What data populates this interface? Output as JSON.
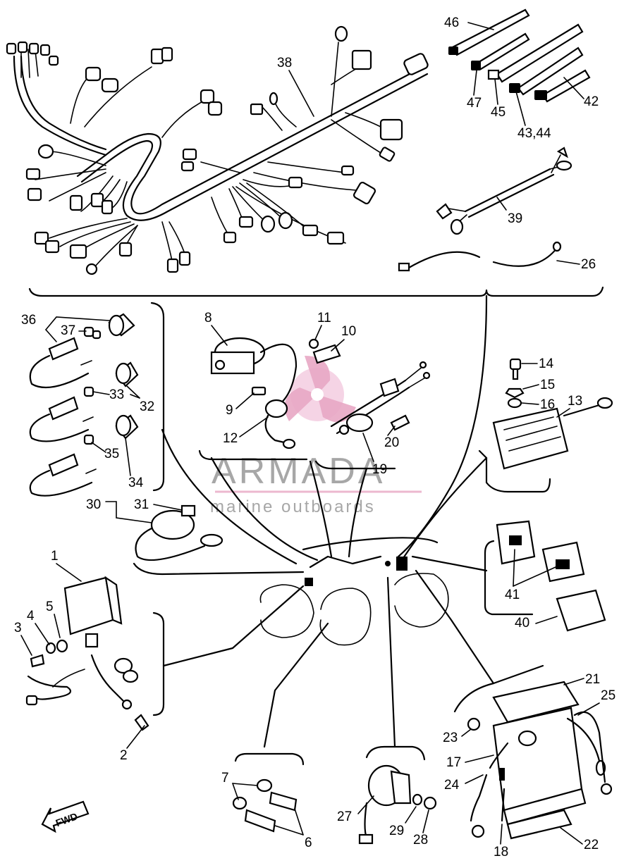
{
  "watermark": {
    "title": "ARMADA",
    "subtitle": "marine outboards",
    "logo_color": "#e8a7c4"
  },
  "fwd_label": "FWD",
  "callouts": [
    "1",
    "2",
    "3",
    "4",
    "5",
    "6",
    "7",
    "8",
    "9",
    "10",
    "11",
    "12",
    "13",
    "14",
    "15",
    "16",
    "17",
    "18",
    "19",
    "20",
    "21",
    "22",
    "23",
    "24",
    "25",
    "26",
    "27",
    "28",
    "29",
    "30",
    "31",
    "32",
    "33",
    "34",
    "35",
    "36",
    "37",
    "38",
    "39",
    "40",
    "41",
    "42",
    "43,44",
    "45",
    "46",
    "47"
  ]
}
